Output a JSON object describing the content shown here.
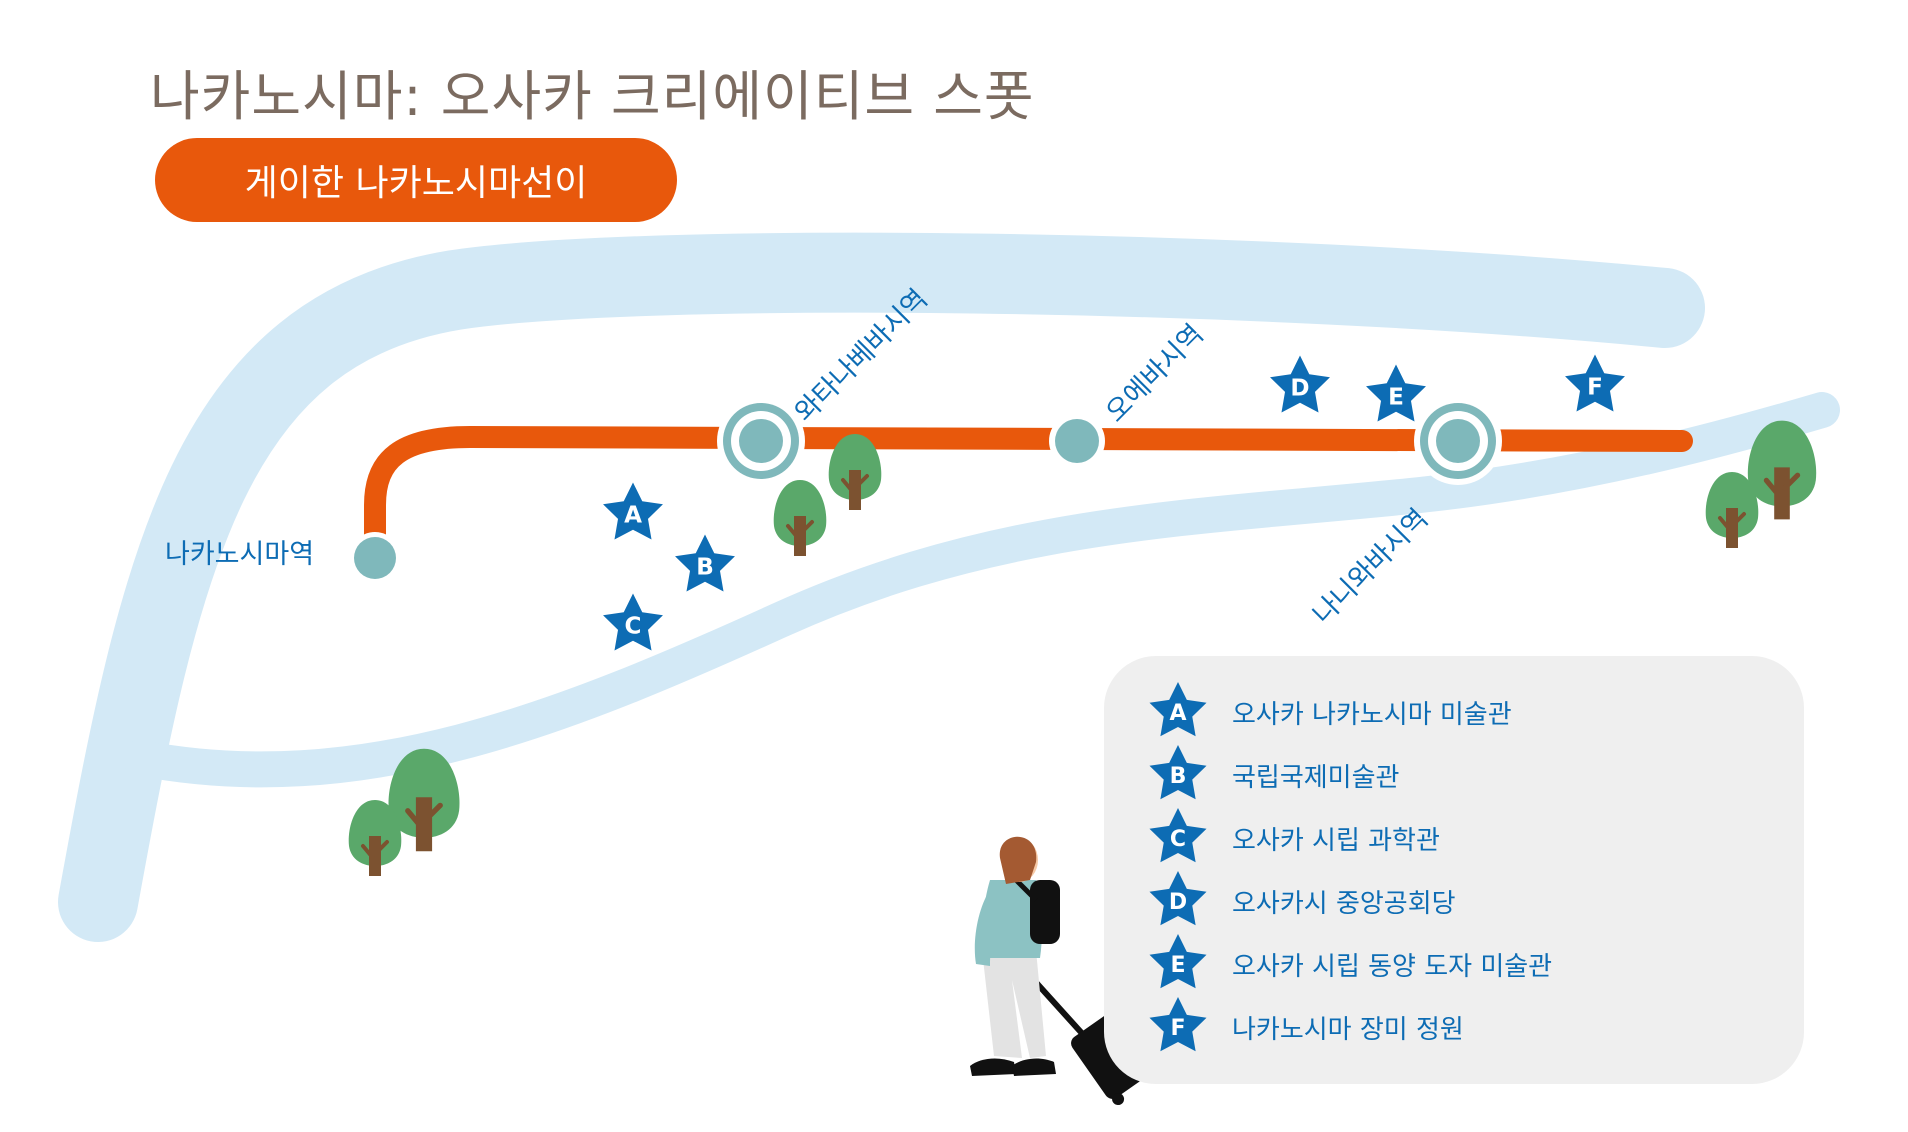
{
  "title": "나카노시마: 오사카 크리에이티브 스폿",
  "line_name": "게이한 나카노시마선이",
  "colors": {
    "title": "#7b6b60",
    "line": "#e8580c",
    "river": "#d3e9f6",
    "station": "#7fb8bb",
    "label": "#0d6cb4",
    "star": "#0d6cb4",
    "tree_canopy": "#5aa86a",
    "tree_trunk": "#7c5230",
    "legend_bg": "#efefef"
  },
  "stations": [
    {
      "name": "나카노시마역",
      "type": "terminal"
    },
    {
      "name": "와타나베바시역",
      "type": "transfer"
    },
    {
      "name": "오에바시역",
      "type": "regular"
    },
    {
      "name": "나니와바시역",
      "type": "transfer"
    }
  ],
  "spots": [
    {
      "letter": "A",
      "name": "오사카 나카노시마 미술관"
    },
    {
      "letter": "B",
      "name": "국립국제미술관"
    },
    {
      "letter": "C",
      "name": "오사카 시립 과학관"
    },
    {
      "letter": "D",
      "name": "오사카시 중앙공회당"
    },
    {
      "letter": "E",
      "name": "오사카 시립 동양 도자 미술관"
    },
    {
      "letter": "F",
      "name": "나카노시마 장미 정원"
    }
  ],
  "icons": [
    "star-marker-icon",
    "tree-icon",
    "traveler-with-suitcase-icon"
  ]
}
